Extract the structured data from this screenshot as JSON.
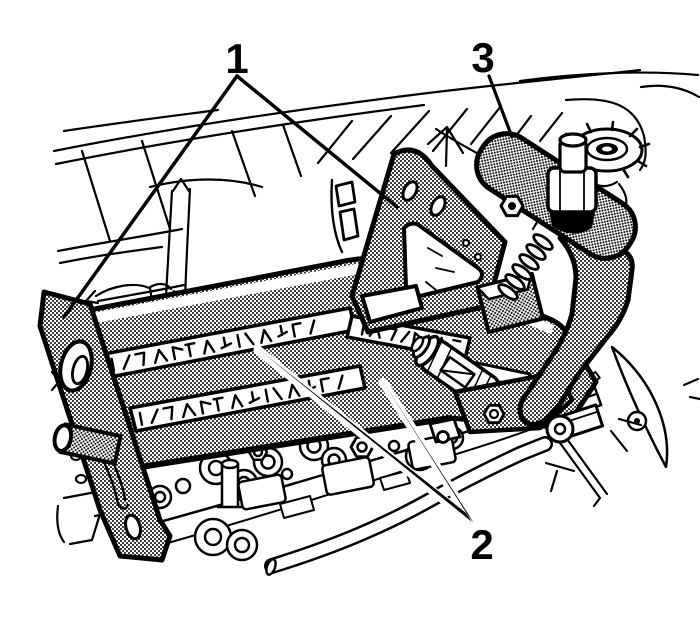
{
  "figure": {
    "type": "technical-line-illustration",
    "subject": "engine support fixture and clamp installed over engine compartment",
    "callouts": [
      {
        "label": "1"
      },
      {
        "label": "2"
      },
      {
        "label": "3"
      }
    ],
    "colors": {
      "ink": "#000000",
      "background": "#ffffff",
      "halftone": "stippled-dots"
    }
  }
}
